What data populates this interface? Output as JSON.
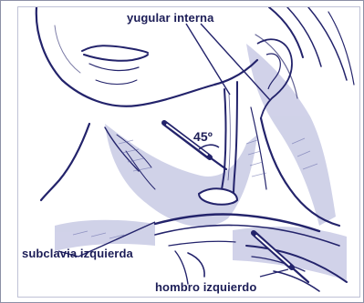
{
  "labels": {
    "yugular": "yugular interna",
    "angle": "45º",
    "subclavia": "subclavia izquierda",
    "hombro": "hombro izquierdo"
  },
  "colors": {
    "ink": "#23236b",
    "shade": "#6b6fae",
    "paper": "#ffffff",
    "label": "#1c1d57"
  }
}
